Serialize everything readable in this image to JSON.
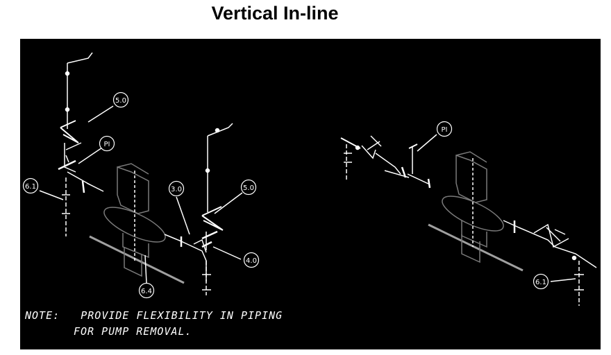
{
  "title": "Vertical In-line",
  "note": {
    "line1": "NOTE:   PROVIDE FLEXIBILITY IN PIPING",
    "line2": "FOR PUMP REMOVAL."
  },
  "callouts": {
    "left_top_5_0": "5.0",
    "left_pi": "PI",
    "left_6_1": "6.1",
    "left_3_0": "3.0",
    "left_5_0_right": "5.0",
    "left_4_0": "4.0",
    "left_6_4": "6.4",
    "right_pi": "PI",
    "right_6_1": "6.1"
  },
  "colors": {
    "background": "#000000",
    "lines": "#ffffff",
    "pump": "#7a7a7a",
    "base": "#a0a0a0"
  }
}
